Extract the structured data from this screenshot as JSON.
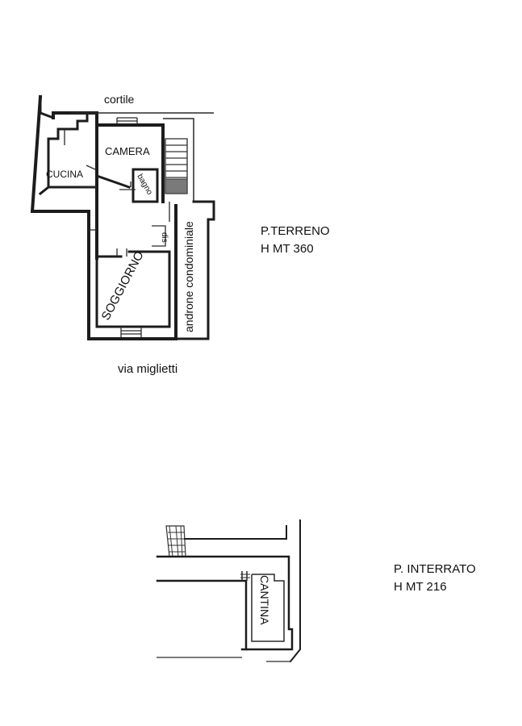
{
  "ground_floor": {
    "level_name": "P.TERRENO",
    "height": "H MT 360",
    "rooms": {
      "camera": "CAMERA",
      "cucina": "CUCINA",
      "bagno": "bagno",
      "soggiorno": "SOGGIORNO",
      "disimpegno": "dis"
    },
    "labels": {
      "top": "cortile",
      "bottom": "via miglietti",
      "corridor": "androne condominiale"
    }
  },
  "basement": {
    "level_name": "P. INTERRATO",
    "height": "H MT 216",
    "rooms": {
      "cantina": "CANTINA"
    }
  }
}
